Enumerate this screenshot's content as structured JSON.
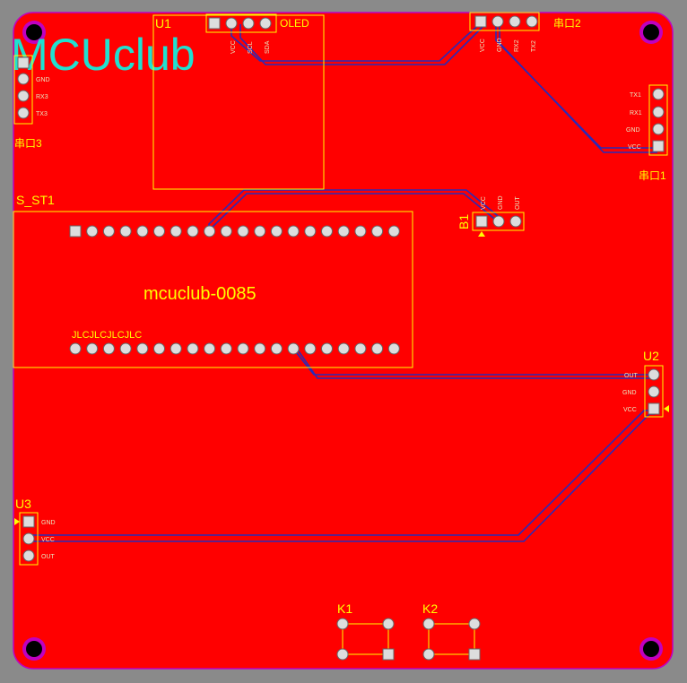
{
  "board": {
    "logo_text": "MCUclub",
    "board_text": "mcuclub-0085",
    "colors": {
      "background": "#8a8a8a",
      "copper": "#ff0000",
      "outline": "#c000c0",
      "silk": "#ffff00",
      "trace": "#2a2ab8",
      "logo": "#20e0d0"
    }
  },
  "components": {
    "u1": {
      "ref": "U1",
      "part": "OLED",
      "pins": [
        "VCC",
        "SCL",
        "SDA"
      ]
    },
    "com2": {
      "ref": "串口2",
      "pins": [
        "VCC",
        "GND",
        "RX2",
        "TX2"
      ]
    },
    "com3": {
      "ref": "串口3",
      "pins": [
        "GND",
        "RX3",
        "TX3"
      ]
    },
    "com1": {
      "ref": "串口1",
      "pins": [
        "TX1",
        "RX1",
        "GND",
        "VCC"
      ]
    },
    "s_st1": {
      "ref": "S_ST1",
      "silk_bottom": "JLCJLCJLCJLC"
    },
    "b1": {
      "ref": "B1",
      "pins": [
        "VCC",
        "GND",
        "OUT"
      ]
    },
    "u2": {
      "ref": "U2",
      "pins": [
        "OUT",
        "GND",
        "VCC"
      ]
    },
    "u3": {
      "ref": "U3",
      "pins": [
        "GND",
        "VCC",
        "OUT"
      ]
    },
    "k1": {
      "ref": "K1"
    },
    "k2": {
      "ref": "K2"
    }
  }
}
